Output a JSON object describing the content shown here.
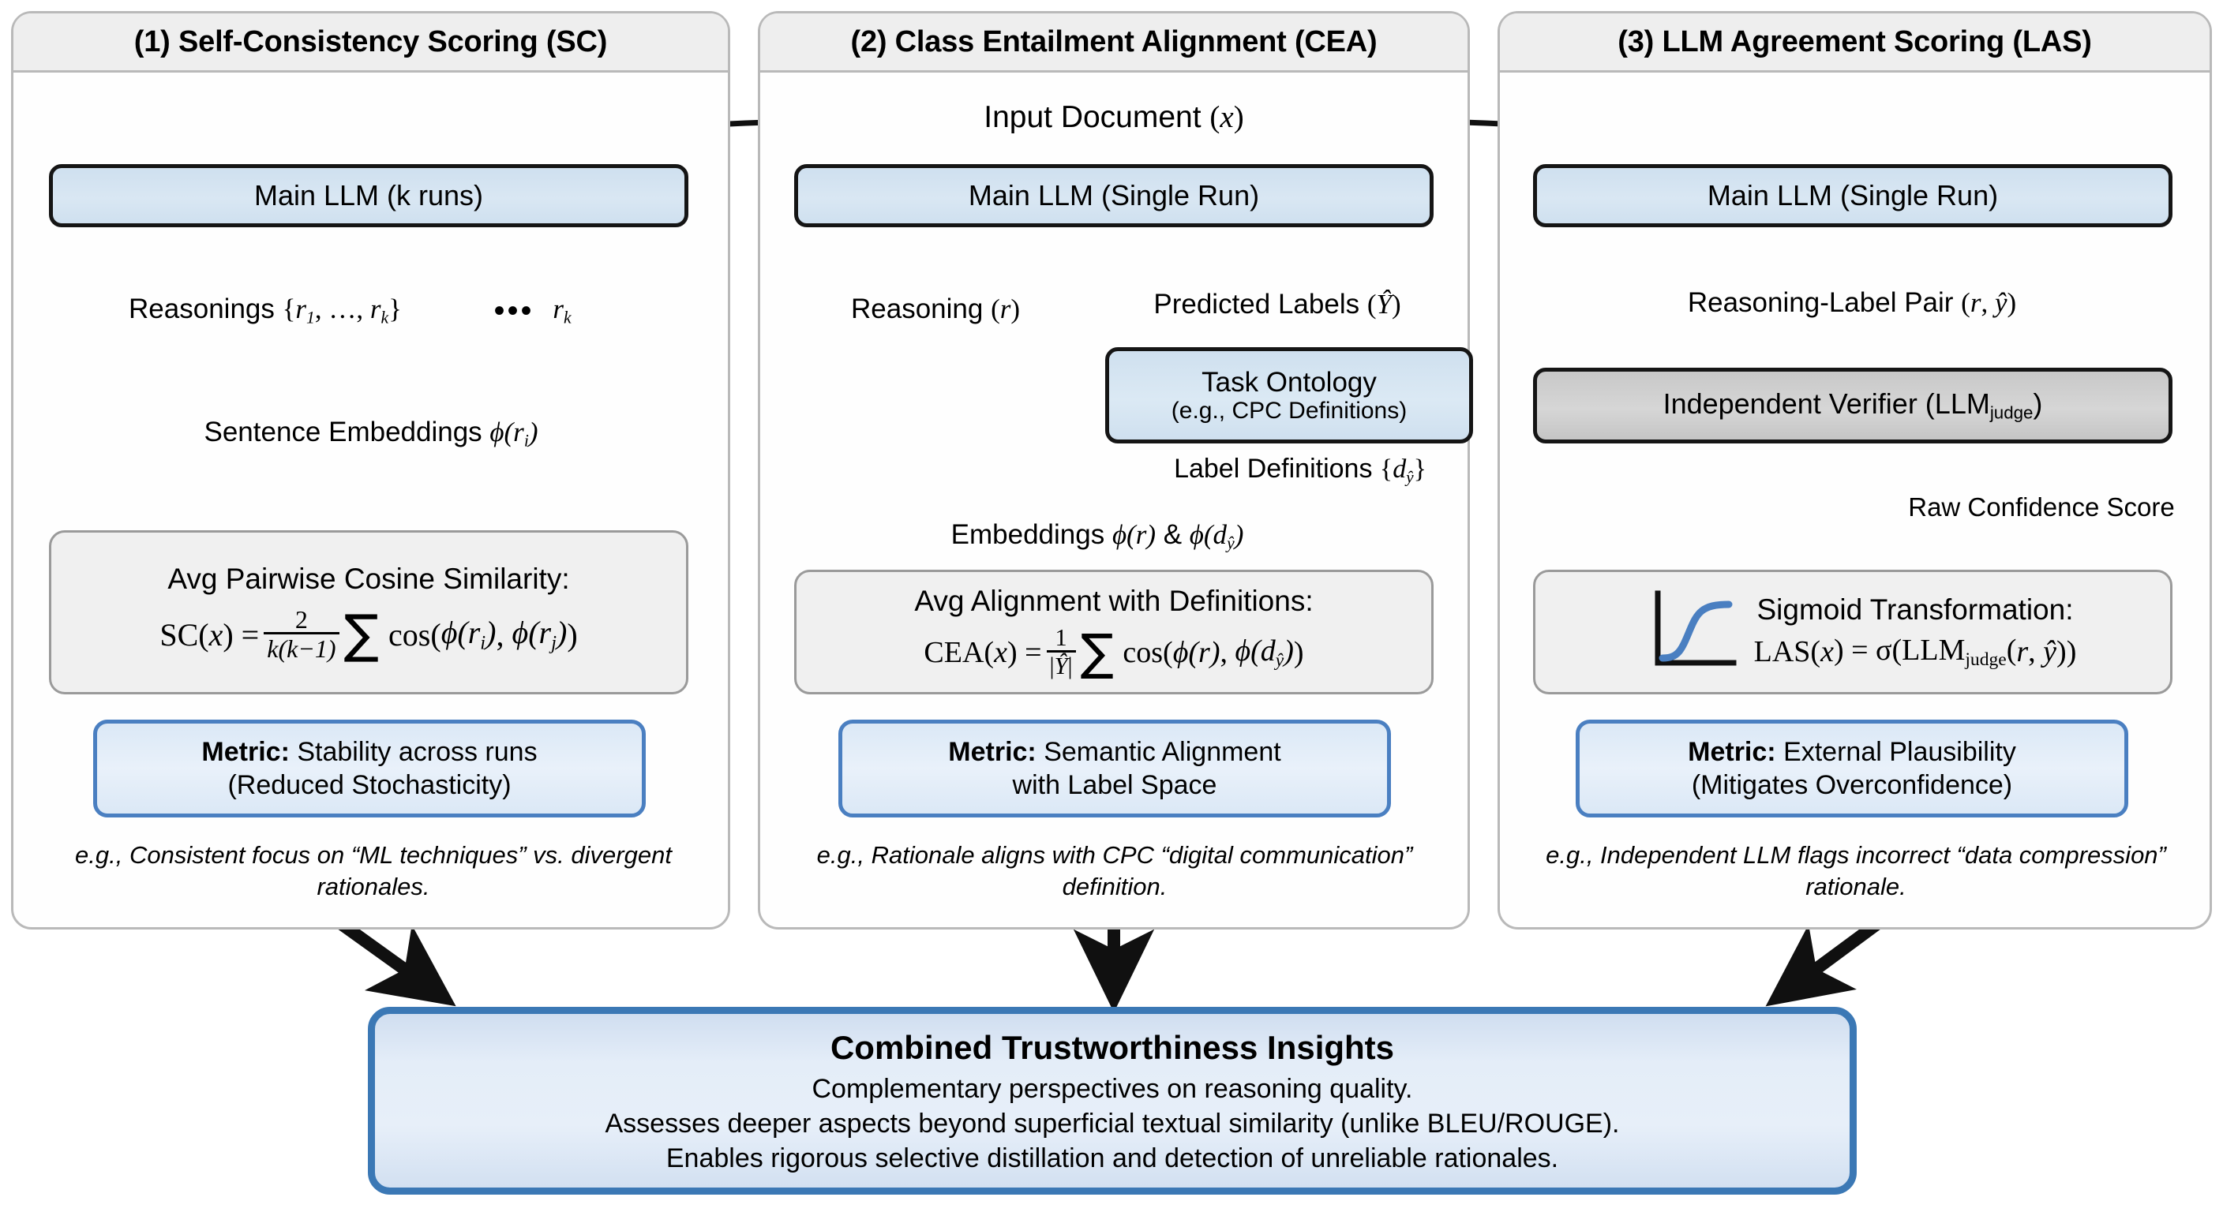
{
  "figure": {
    "combined": {
      "title": "Combined Trustworthiness Insights",
      "lines": [
        "Complementary perspectives on reasoning quality.",
        "Assesses deeper aspects beyond superficial textual similarity (unlike BLEU/ROUGE).",
        "Enables rigorous selective distillation and detection of unreliable rationales."
      ]
    },
    "shared": {
      "input_document": "Input Document (x)"
    },
    "colors": {
      "llm_box_fill": "#d6e4f0",
      "verifier_fill": "#cfcfcf",
      "metric_border": "#4a7fc1",
      "combined_border": "#3b78b5",
      "panel_border": "#b9b9b9",
      "formula_fill": "#f0f0f0",
      "sigmoid_curve": "#4a7fc1"
    },
    "panels": [
      {
        "title": "(1) Self-Consistency Scoring (SC)",
        "llm_box": "Main LLM (k runs)",
        "reasonings_label": "Reasonings {r1, …, rk}",
        "ellipsis": "…",
        "rk_label": "rk",
        "embeddings_label": "Sentence Embeddings ϕ(ri)",
        "formula_caption": "Avg Pairwise Cosine Similarity:",
        "formula": "SC(x) = 2 / (k(k−1)) Σ cos(ϕ(ri), ϕ(rj))",
        "metric_prefix": "Metric:",
        "metric_line1": "Stability across runs",
        "metric_line2": "(Reduced Stochasticity)",
        "example": "e.g., Consistent focus on “ML techniques” vs. divergent rationales."
      },
      {
        "title": "(2) Class Entailment Alignment (CEA)",
        "llm_box": "Main LLM (Single Run)",
        "reasoning_label": "Reasoning (r)",
        "predicted_labels": "Predicted Labels (Ŷ)",
        "ontology_line1": "Task Ontology",
        "ontology_line2": "(e.g., CPC Definitions)",
        "label_definitions": "Label Definitions {dŷ}",
        "embeddings_label": "Embeddings ϕ(r) & ϕ(dŷ)",
        "formula_caption": "Avg Alignment with Definitions:",
        "formula": "CEA(x) = 1 / |Ŷ| Σ cos(ϕ(r), ϕ(dŷ))",
        "metric_prefix": "Metric:",
        "metric_line1": "Semantic Alignment",
        "metric_line2": "with Label Space",
        "example": "e.g., Rationale aligns with CPC “digital communication” definition."
      },
      {
        "title": "(3) LLM Agreement Scoring (LAS)",
        "llm_box": "Main LLM (Single Run)",
        "pair_label": "Reasoning-Label Pair (r, ŷ)",
        "verifier_box": "Independent Verifier (LLMjudge)",
        "raw_confidence": "Raw Confidence Score",
        "formula_caption": "Sigmoid Transformation:",
        "formula": "LAS(x) = σ(LLMjudge(r, ŷ))",
        "metric_prefix": "Metric:",
        "metric_line1": "External Plausibility",
        "metric_line2": "(Mitigates Overconfidence)",
        "example": "e.g., Independent LLM flags incorrect “data compression” rationale."
      }
    ]
  }
}
